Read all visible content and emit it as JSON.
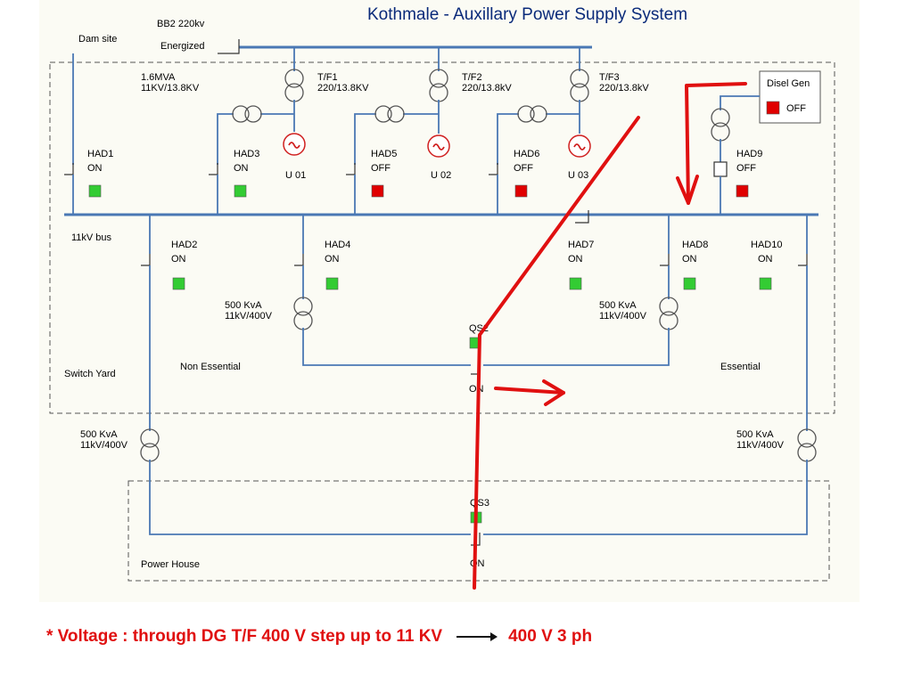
{
  "title": "Kothmale - Auxillary Power Supply System",
  "labels": {
    "bb2": "BB2  220kv",
    "energized": "Energized",
    "dam_site": "Dam site",
    "tf_dam_rating": "1.6MVA",
    "tf_dam_ratio": "11KV/13.8KV",
    "tf1_name": "T/F1",
    "tf1_ratio": "220/13.8KV",
    "tf2_name": "T/F2",
    "tf2_ratio": "220/13.8kV",
    "tf3_name": "T/F3",
    "tf3_ratio": "220/13.8kV",
    "u01": "U 01",
    "u02": "U 02",
    "u03": "U 03",
    "bus_11kv": "11kV bus",
    "switch_yard": "Switch Yard",
    "non_essential": "Non Essential",
    "essential": "Essential",
    "tf_ne_rating": "500 KvA",
    "tf_ne_ratio": "11kV/400V",
    "tf_e_rating": "500 KvA",
    "tf_e_ratio": "11kV/400V",
    "tf_ph_left_rating": "500 KvA",
    "tf_ph_left_ratio": "11kV/400V",
    "tf_ph_right_rating": "500 KvA",
    "tf_ph_right_ratio": "11kV/400V",
    "power_house": "Power House",
    "qs2": "QS2",
    "qs2_state": "ON",
    "qs3": "QS3",
    "qs3_state": "ON"
  },
  "diesel_gen": {
    "name": "Disel Gen",
    "state": "OFF",
    "color": "#e00000"
  },
  "breakers": [
    {
      "name": "HAD1",
      "state": "ON",
      "color": "#33cc33"
    },
    {
      "name": "HAD3",
      "state": "ON",
      "color": "#33cc33"
    },
    {
      "name": "HAD5",
      "state": "OFF",
      "color": "#e00000"
    },
    {
      "name": "HAD6",
      "state": "OFF",
      "color": "#e00000"
    },
    {
      "name": "HAD9",
      "state": "OFF",
      "color": "#e00000"
    },
    {
      "name": "HAD2",
      "state": "ON",
      "color": "#33cc33"
    },
    {
      "name": "HAD4",
      "state": "ON",
      "color": "#33cc33"
    },
    {
      "name": "HAD7",
      "state": "ON",
      "color": "#33cc33"
    },
    {
      "name": "HAD8",
      "state": "ON",
      "color": "#33cc33"
    },
    {
      "name": "HAD10",
      "state": "ON",
      "color": "#33cc33"
    }
  ],
  "footer": {
    "prefix": "* Voltage :  through DG T/F 400 V step up to 11 KV",
    "suffix": "400 V 3 ph"
  }
}
